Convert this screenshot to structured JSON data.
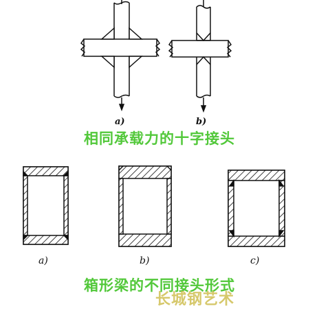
{
  "top": {
    "label_a": "a)",
    "label_b": "b)",
    "caption": "相同承载力的十字接头"
  },
  "bottom": {
    "label_a": "a)",
    "label_b": "b)",
    "label_c": "c)",
    "caption": "箱形梁的不同接头形式"
  },
  "watermark": "长城钢艺术",
  "colors": {
    "caption": "#52c83a",
    "line": "#111111",
    "watermark": "#c9b63a"
  }
}
